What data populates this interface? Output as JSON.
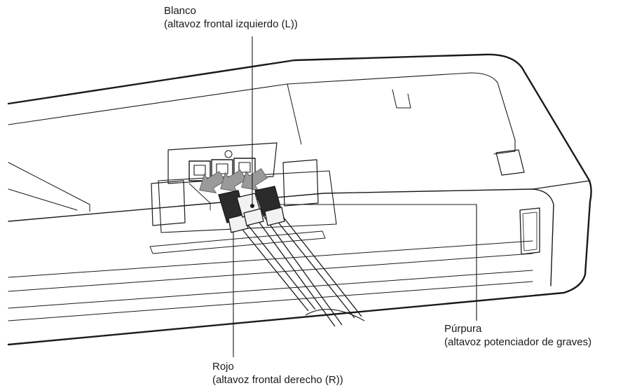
{
  "callouts": {
    "blanco": {
      "color_name": "Blanco",
      "description": "(altavoz frontal izquierdo (L))"
    },
    "purpura": {
      "color_name": "Púrpura",
      "description": "(altavoz potenciador de graves)"
    },
    "rojo": {
      "color_name": "Rojo",
      "description": "(altavoz frontal derecho (R))"
    }
  },
  "colors": {
    "line": "#1a1a1a",
    "arrow_fill": "#9a9a9a",
    "plug_dark": "#2b2b2b",
    "plug_light": "#f2f2f2"
  }
}
